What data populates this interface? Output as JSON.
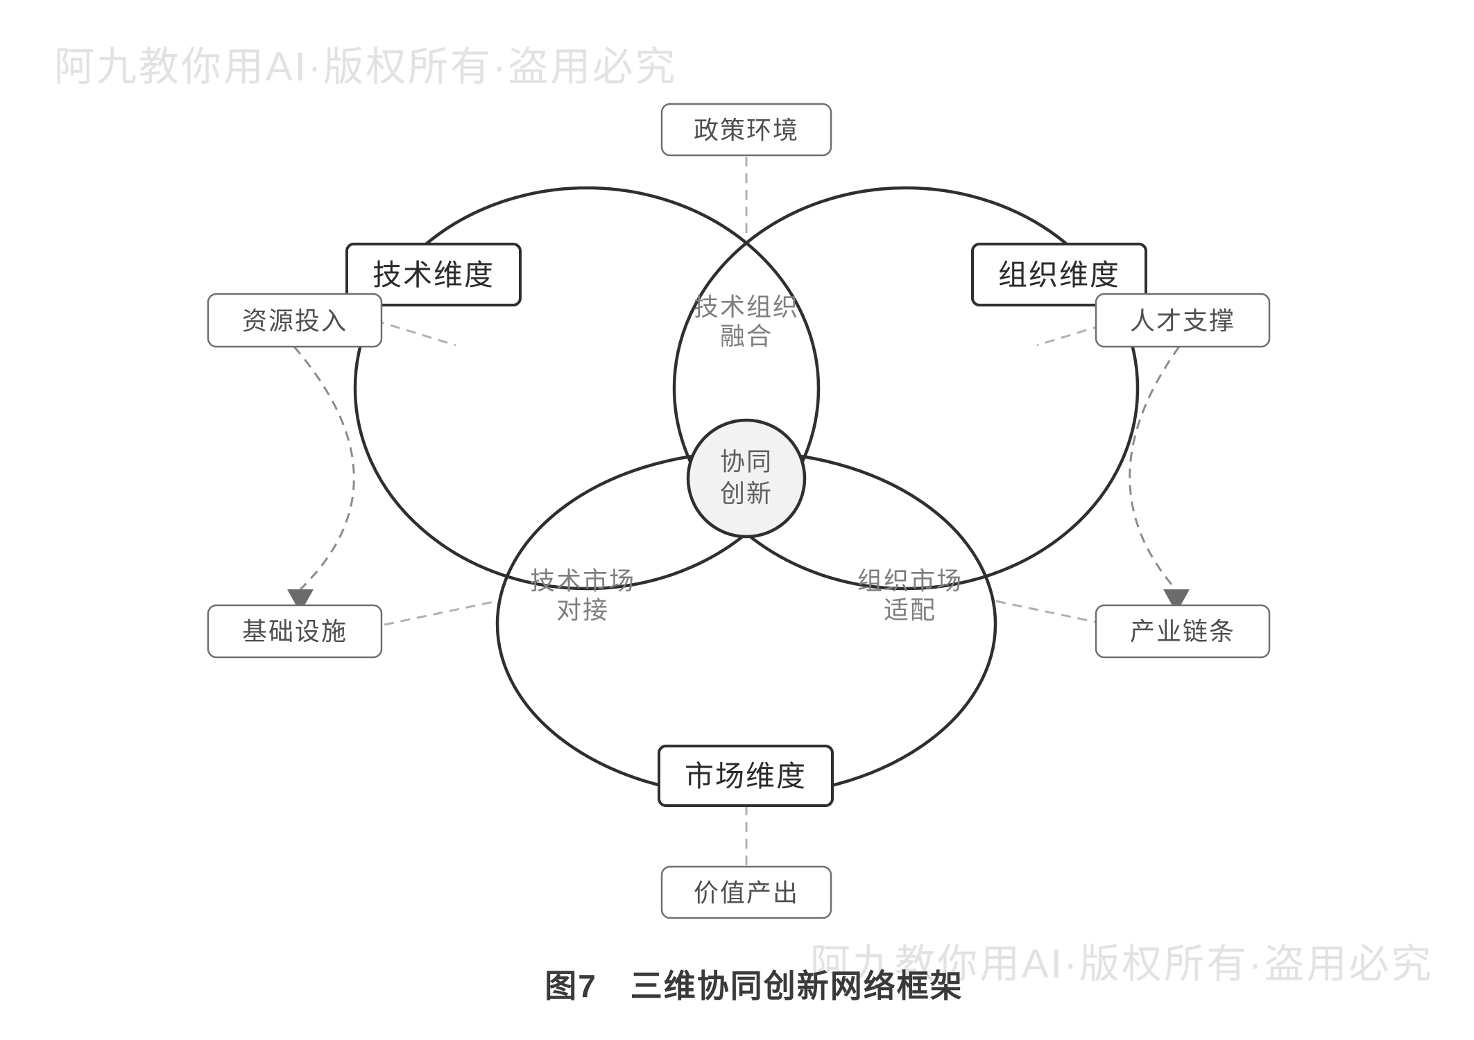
{
  "watermark": {
    "text": "阿九教你用AI·版权所有·盗用必究"
  },
  "caption": {
    "text": "图7　三维协同创新网络框架"
  },
  "diagram": {
    "dimension_boxes": [
      {
        "id": "tech",
        "label": "技术维度"
      },
      {
        "id": "org",
        "label": "组织维度"
      },
      {
        "id": "market",
        "label": "市场维度"
      }
    ],
    "satellite_boxes": [
      {
        "id": "policy",
        "label": "政策环境"
      },
      {
        "id": "resource",
        "label": "资源投入"
      },
      {
        "id": "talent",
        "label": "人才支撑"
      },
      {
        "id": "infrastructure",
        "label": "基础设施"
      },
      {
        "id": "industry-chain",
        "label": "产业链条"
      },
      {
        "id": "value-output",
        "label": "价值产出"
      }
    ],
    "center_circle": {
      "line1": "协同",
      "line2": "创新"
    },
    "intersection_labels": [
      {
        "id": "tech-org",
        "line1": "技术组织",
        "line2": "融合"
      },
      {
        "id": "tech-market",
        "line1": "技术市场",
        "line2": "对接"
      },
      {
        "id": "org-market",
        "line1": "组织市场",
        "line2": "适配"
      }
    ],
    "colors": {
      "ellipse_stroke": "#2f2f2f",
      "dimension_box_border": "#2f2f2f",
      "satellite_box_border": "#6f6f6f",
      "center_circle_fill": "#f2f2f2",
      "intersection_text": "#7f7f7f",
      "dashed_connector_light": "#b0b0b0",
      "dashed_connector_mid": "#8c8c8c",
      "arrowhead": "#6b6b6b",
      "watermark_text": "#e2e2e2",
      "caption_text": "#3a3a3a",
      "background": "#ffffff"
    }
  }
}
